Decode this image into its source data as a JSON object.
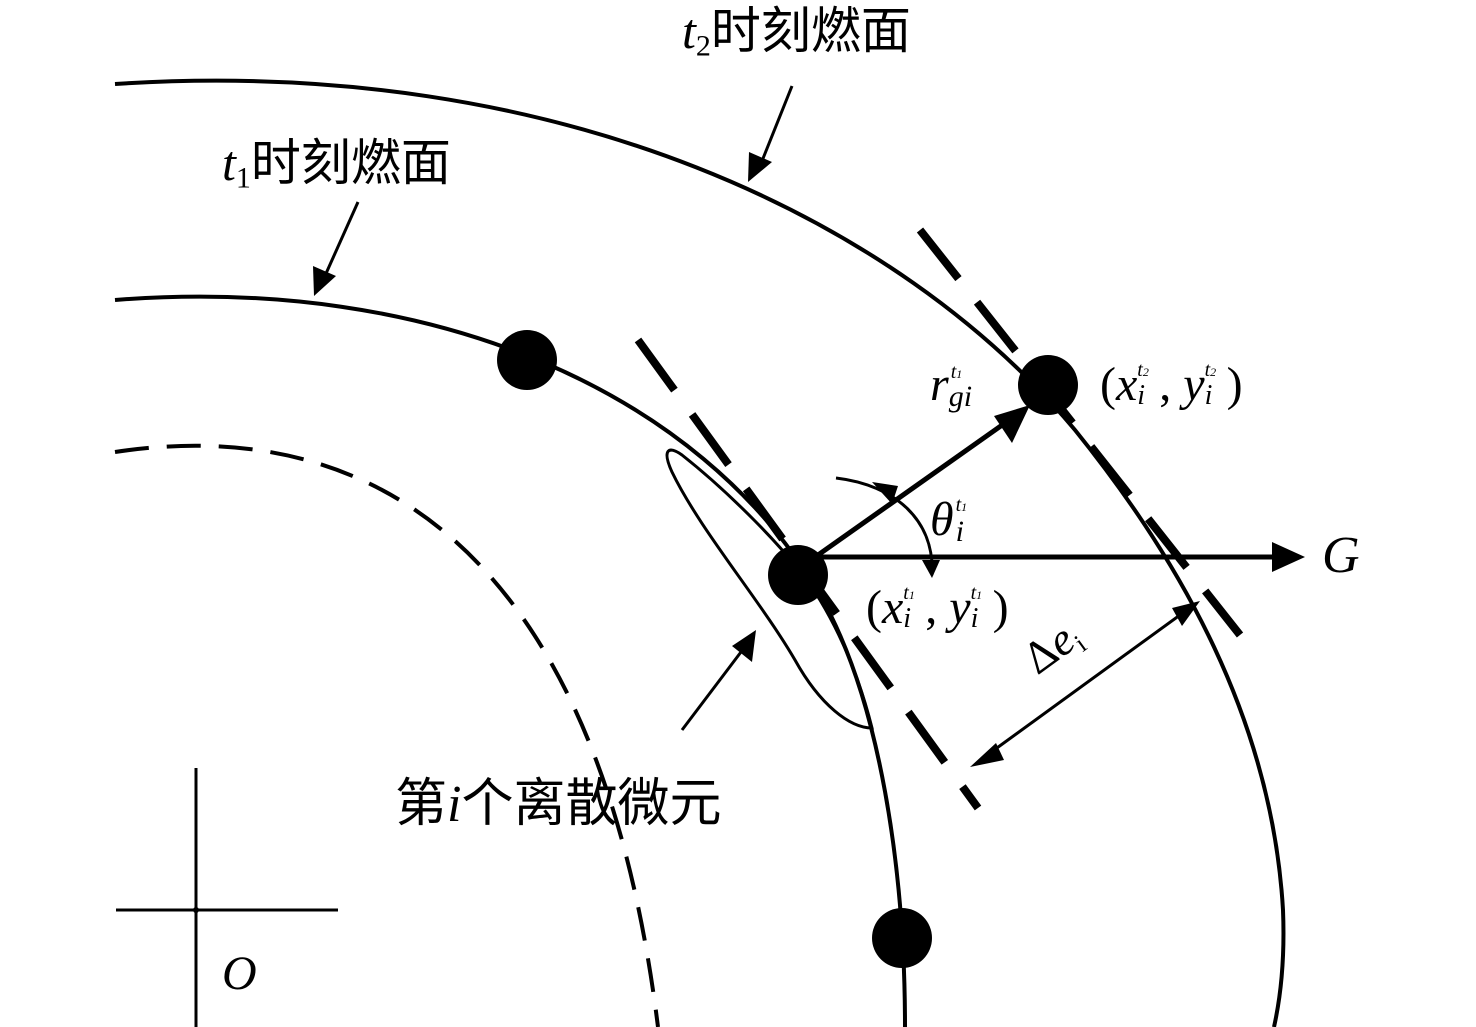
{
  "labels": {
    "t2_surface": {
      "var": "t",
      "sub": "2",
      "text": "时刻燃面"
    },
    "t1_surface": {
      "var": "t",
      "sub": "1",
      "text": "时刻燃面"
    },
    "element": {
      "pre": "第",
      "var": "i",
      "post": "个离散微元"
    },
    "r_vec": {
      "main": "r",
      "sup_var": "t",
      "sup_sub": "1",
      "sub": "gi"
    },
    "theta": {
      "main": "θ",
      "sup_var": "t",
      "sup_sub": "1",
      "sub": "i"
    },
    "p2": {
      "open": "(",
      "x": "x",
      "y": "y",
      "sub": "i",
      "sup_var": "t",
      "sup_sub": "2",
      "comma": ",",
      "close": ")"
    },
    "p1": {
      "open": "(",
      "x": "x",
      "y": "y",
      "sub": "i",
      "sup_var": "t",
      "sup_sub": "1",
      "comma": ",",
      "close": ")"
    },
    "g_dir": "G",
    "delta_e": {
      "delta": "Δ",
      "e": "e",
      "sub": "i"
    },
    "origin": "O"
  },
  "colors": {
    "ink": "#000000",
    "background": "#ffffff"
  }
}
